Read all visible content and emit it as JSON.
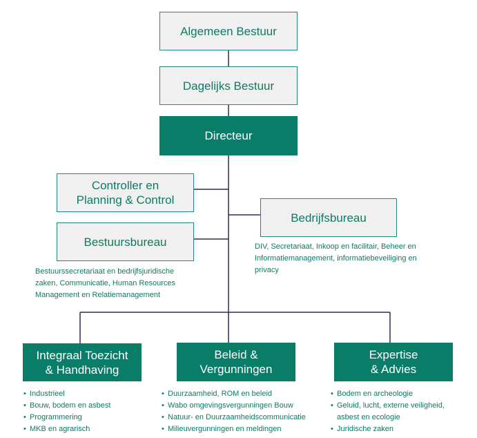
{
  "colors": {
    "accent": "#0a7d68",
    "line": "#2b2b55",
    "light_fill": "#f0f0f0"
  },
  "boxes": {
    "algemeen_bestuur": "Algemeen Bestuur",
    "dagelijks_bestuur": "Dagelijks Bestuur",
    "directeur": "Directeur",
    "controller_line1": "Controller en",
    "controller_line2": "Planning & Control",
    "bedrijfsbureau": "Bedrijfsbureau",
    "bestuursbureau": "Bestuursbureau",
    "integraal_line1": "Integraal Toezicht",
    "integraal_line2": "& Handhaving",
    "beleid_line1": "Beleid &",
    "beleid_line2": "Vergunningen",
    "expertise_line1": "Expertise",
    "expertise_line2": "& Advies"
  },
  "descriptions": {
    "bedrijfsbureau": [
      "DIV, Secretariaat, Inkoop en facilitair, Beheer en",
      "Informatiemanagement, informatiebeveiliging en",
      "privacy"
    ],
    "bestuursbureau": [
      "Bestuurssecretariaat en bedrijfsjuridische",
      "zaken, Communicatie, Human Resources",
      "Management en Relatiemanagement"
    ]
  },
  "lists": {
    "integraal": [
      "Industrieel",
      "Bouw, bodem en asbest",
      "Programmering",
      "MKB en agrarisch"
    ],
    "beleid": [
      "Duurzaamheid, ROM en beleid",
      "Wabo omgevingsvergunningen Bouw",
      "Natuur- en Duurzaamheidscommunicatie",
      "Milieuvergunningen en meldingen"
    ],
    "expertise": [
      "Bodem en archeologie",
      "Geluid, lucht, externe veiligheid,",
      "Juridische zaken"
    ],
    "expertise_continuation": "asbest en ecologie"
  }
}
